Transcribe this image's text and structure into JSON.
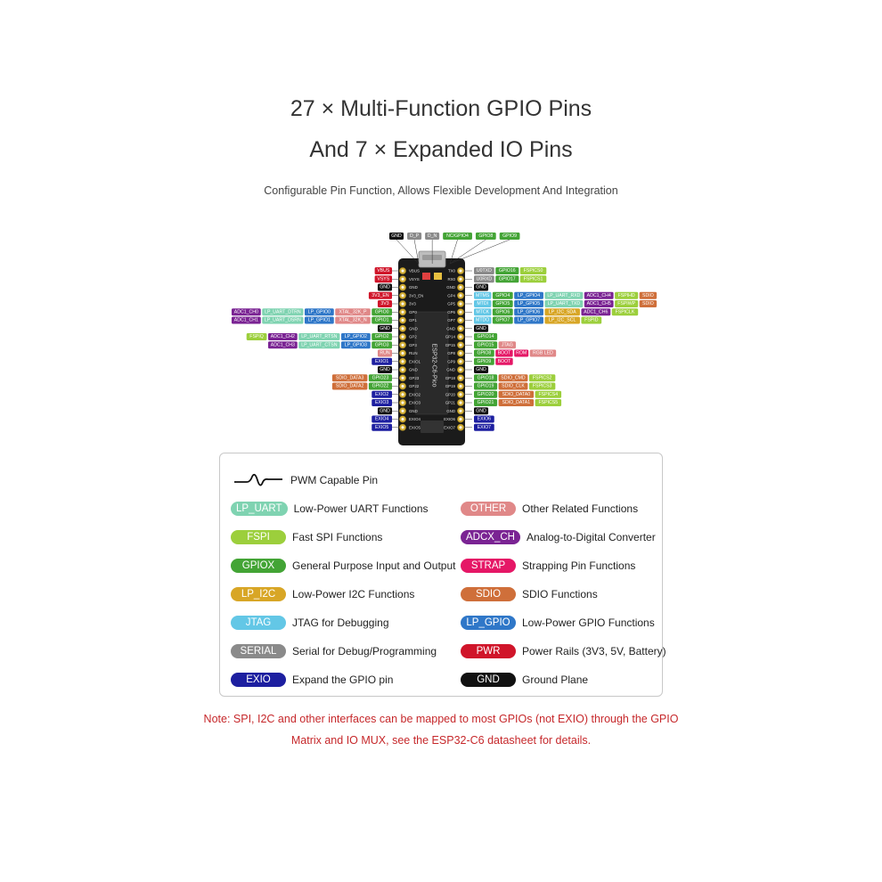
{
  "header": {
    "title_line1": "27 × Multi-Function GPIO Pins",
    "title_line2": "And 7 × Expanded IO Pins",
    "subtitle": "Configurable Pin Function, Allows Flexible Development And Integration"
  },
  "colors": {
    "PWR": "#d0152a",
    "GND": "#111111",
    "GPIO": "#43a435",
    "LP_GPIO": "#2f77c8",
    "LP_UART": "#7fd3b1",
    "FSPI": "#9ccf3c",
    "LP_I2C": "#d8a626",
    "ADC": "#7a2393",
    "STRAP": "#e51766",
    "SDIO": "#cf6f3a",
    "OTHER": "#e08888",
    "SERIAL": "#8a8a8a",
    "JTAG": "#63c7e6",
    "EXIO": "#1d1fa0",
    "BOARD": "#1b1b1b"
  },
  "board": {
    "name": "ESP32-C6-Pico",
    "top_labels": [
      {
        "text": "GND",
        "type": "GND"
      },
      {
        "text": "D_P",
        "type": "SERIAL"
      },
      {
        "text": "D_N",
        "type": "SERIAL"
      },
      {
        "text": "NC/GPIO4",
        "type": "GPIO"
      },
      {
        "text": "GPIO8",
        "type": "GPIO"
      },
      {
        "text": "GPIO9",
        "type": "GPIO"
      }
    ],
    "left_rows": [
      {
        "silk": "VBUS",
        "labels": [
          {
            "t": "VBUS",
            "c": "PWR"
          }
        ]
      },
      {
        "silk": "VSYS",
        "labels": [
          {
            "t": "VSYS",
            "c": "PWR"
          }
        ]
      },
      {
        "silk": "GND",
        "labels": [
          {
            "t": "GND",
            "c": "GND"
          }
        ]
      },
      {
        "silk": "3V3_EN",
        "labels": [
          {
            "t": "3V3_EN",
            "c": "PWR"
          }
        ]
      },
      {
        "silk": "3V3",
        "labels": [
          {
            "t": "3V3",
            "c": "PWR"
          }
        ]
      },
      {
        "silk": "GP0",
        "labels": [
          {
            "t": "ADC1_CH0",
            "c": "ADC"
          },
          {
            "t": "LP_UART_DTRN",
            "c": "LP_UART"
          },
          {
            "t": "LP_GPIO0",
            "c": "LP_GPIO"
          },
          {
            "t": "XTAL_32K_P",
            "c": "OTHER"
          },
          {
            "t": "GPIO0",
            "c": "GPIO"
          }
        ]
      },
      {
        "silk": "GP1",
        "labels": [
          {
            "t": "ADC1_CH1",
            "c": "ADC"
          },
          {
            "t": "LP_UART_DSRN",
            "c": "LP_UART"
          },
          {
            "t": "LP_GPIO1",
            "c": "LP_GPIO"
          },
          {
            "t": "XTAL_32K_N",
            "c": "OTHER"
          },
          {
            "t": "GPIO1",
            "c": "GPIO"
          }
        ]
      },
      {
        "silk": "GND",
        "labels": [
          {
            "t": "GND",
            "c": "GND"
          }
        ]
      },
      {
        "silk": "GP2",
        "labels": [
          {
            "t": "FSPIQ",
            "c": "FSPI"
          },
          {
            "t": "ADC1_CH2",
            "c": "ADC"
          },
          {
            "t": "LP_UART_RTSN",
            "c": "LP_UART"
          },
          {
            "t": "LP_GPIO2",
            "c": "LP_GPIO"
          },
          {
            "t": "GPIO2",
            "c": "GPIO"
          }
        ]
      },
      {
        "silk": "GP3",
        "labels": [
          {
            "t": "ADC1_CH3",
            "c": "ADC"
          },
          {
            "t": "LP_UART_CTSN",
            "c": "LP_UART"
          },
          {
            "t": "LP_GPIO3",
            "c": "LP_GPIO"
          },
          {
            "t": "GPIO3",
            "c": "GPIO"
          }
        ]
      },
      {
        "silk": "RUN",
        "labels": [
          {
            "t": "RUN",
            "c": "OTHER"
          }
        ]
      },
      {
        "silk": "EXIO1",
        "labels": [
          {
            "t": "EXIO1",
            "c": "EXIO"
          }
        ]
      },
      {
        "silk": "GND",
        "labels": [
          {
            "t": "GND",
            "c": "GND"
          }
        ]
      },
      {
        "silk": "GP23",
        "labels": [
          {
            "t": "SDIO_DATA3",
            "c": "SDIO"
          },
          {
            "t": "GPIO23",
            "c": "GPIO"
          }
        ]
      },
      {
        "silk": "GP22",
        "labels": [
          {
            "t": "SDIO_DATA2",
            "c": "SDIO"
          },
          {
            "t": "GPIO22",
            "c": "GPIO"
          }
        ]
      },
      {
        "silk": "EXIO2",
        "labels": [
          {
            "t": "EXIO2",
            "c": "EXIO"
          }
        ]
      },
      {
        "silk": "EXIO3",
        "labels": [
          {
            "t": "EXIO3",
            "c": "EXIO"
          }
        ]
      },
      {
        "silk": "GND",
        "labels": [
          {
            "t": "GND",
            "c": "GND"
          }
        ]
      },
      {
        "silk": "EXIO4",
        "labels": [
          {
            "t": "EXIO4",
            "c": "EXIO"
          }
        ]
      },
      {
        "silk": "EXIO5",
        "labels": [
          {
            "t": "EXIO5",
            "c": "EXIO"
          }
        ]
      }
    ],
    "right_rows": [
      {
        "silk": "TX0",
        "labels": [
          {
            "t": "U0TXD",
            "c": "SERIAL"
          },
          {
            "t": "GPIO16",
            "c": "GPIO"
          },
          {
            "t": "FSPICS0",
            "c": "FSPI"
          }
        ]
      },
      {
        "silk": "RX0",
        "labels": [
          {
            "t": "U0RXD",
            "c": "SERIAL"
          },
          {
            "t": "GPIO17",
            "c": "GPIO"
          },
          {
            "t": "FSPICS1",
            "c": "FSPI"
          }
        ]
      },
      {
        "silk": "GND",
        "labels": [
          {
            "t": "GND",
            "c": "GND"
          }
        ]
      },
      {
        "silk": "GP4",
        "labels": [
          {
            "t": "MTMS",
            "c": "JTAG"
          },
          {
            "t": "GPIO4",
            "c": "GPIO"
          },
          {
            "t": "LP_GPIO4",
            "c": "LP_GPIO"
          },
          {
            "t": "LP_UART_RXD",
            "c": "LP_UART"
          },
          {
            "t": "ADC1_CH4",
            "c": "ADC"
          },
          {
            "t": "FSPIHD",
            "c": "FSPI"
          },
          {
            "t": "SDIO",
            "c": "SDIO"
          }
        ]
      },
      {
        "silk": "GP5",
        "labels": [
          {
            "t": "MTDI",
            "c": "JTAG"
          },
          {
            "t": "GPIO5",
            "c": "GPIO"
          },
          {
            "t": "LP_GPIO5",
            "c": "LP_GPIO"
          },
          {
            "t": "LP_UART_TXD",
            "c": "LP_UART"
          },
          {
            "t": "ADC1_CH5",
            "c": "ADC"
          },
          {
            "t": "FSPIWP",
            "c": "FSPI"
          },
          {
            "t": "SDIO",
            "c": "SDIO"
          }
        ]
      },
      {
        "silk": "GP6",
        "labels": [
          {
            "t": "MTCK",
            "c": "JTAG"
          },
          {
            "t": "GPIO6",
            "c": "GPIO"
          },
          {
            "t": "LP_GPIO6",
            "c": "LP_GPIO"
          },
          {
            "t": "LP_I2C_SDA",
            "c": "LP_I2C"
          },
          {
            "t": "ADC1_CH6",
            "c": "ADC"
          },
          {
            "t": "FSPICLK",
            "c": "FSPI"
          }
        ]
      },
      {
        "silk": "GP7",
        "labels": [
          {
            "t": "MTDO",
            "c": "JTAG"
          },
          {
            "t": "GPIO7",
            "c": "GPIO"
          },
          {
            "t": "LP_GPIO7",
            "c": "LP_GPIO"
          },
          {
            "t": "LP_I2C_SCL",
            "c": "LP_I2C"
          },
          {
            "t": "FSPID",
            "c": "FSPI"
          }
        ]
      },
      {
        "silk": "GND",
        "labels": [
          {
            "t": "GND",
            "c": "GND"
          }
        ]
      },
      {
        "silk": "GP14",
        "labels": [
          {
            "t": "GPIO14",
            "c": "GPIO"
          }
        ]
      },
      {
        "silk": "GP15",
        "labels": [
          {
            "t": "GPIO15",
            "c": "GPIO"
          },
          {
            "t": "JTAG",
            "c": "OTHER"
          }
        ]
      },
      {
        "silk": "GP8",
        "labels": [
          {
            "t": "GPIO8",
            "c": "GPIO"
          },
          {
            "t": "BOOT",
            "c": "STRAP"
          },
          {
            "t": "ROM",
            "c": "STRAP"
          },
          {
            "t": "RGB LED",
            "c": "OTHER"
          }
        ]
      },
      {
        "silk": "GP9",
        "labels": [
          {
            "t": "GPIO9",
            "c": "GPIO"
          },
          {
            "t": "BOOT",
            "c": "STRAP"
          }
        ]
      },
      {
        "silk": "GND",
        "labels": [
          {
            "t": "GND",
            "c": "GND"
          }
        ]
      },
      {
        "silk": "GP18",
        "labels": [
          {
            "t": "GPIO18",
            "c": "GPIO"
          },
          {
            "t": "SDIO_CMD",
            "c": "SDIO"
          },
          {
            "t": "FSPICS2",
            "c": "FSPI"
          }
        ]
      },
      {
        "silk": "GP19",
        "labels": [
          {
            "t": "GPIO19",
            "c": "GPIO"
          },
          {
            "t": "SDIO_CLK",
            "c": "SDIO"
          },
          {
            "t": "FSPICS3",
            "c": "FSPI"
          }
        ]
      },
      {
        "silk": "GP20",
        "labels": [
          {
            "t": "GPIO20",
            "c": "GPIO"
          },
          {
            "t": "SDIO_DATA0",
            "c": "SDIO"
          },
          {
            "t": "FSPICS4",
            "c": "FSPI"
          }
        ]
      },
      {
        "silk": "GP21",
        "labels": [
          {
            "t": "GPIO21",
            "c": "GPIO"
          },
          {
            "t": "SDIO_DATA1",
            "c": "SDIO"
          },
          {
            "t": "FSPICS5",
            "c": "FSPI"
          }
        ]
      },
      {
        "silk": "GND",
        "labels": [
          {
            "t": "GND",
            "c": "GND"
          }
        ]
      },
      {
        "silk": "EXIO6",
        "labels": [
          {
            "t": "EXIO6",
            "c": "EXIO"
          }
        ]
      },
      {
        "silk": "EXIO7",
        "labels": [
          {
            "t": "EXIO7",
            "c": "EXIO"
          }
        ]
      }
    ]
  },
  "legend": {
    "pwm": {
      "desc": "PWM Capable Pin"
    },
    "left": [
      {
        "badge": "LP_UART",
        "desc": "Low-Power UART Functions",
        "type": "LP_UART"
      },
      {
        "badge": "FSPI",
        "desc": "Fast SPI Functions",
        "type": "FSPI"
      },
      {
        "badge": "GPIOX",
        "desc": "General Purpose Input and Output",
        "type": "GPIO"
      },
      {
        "badge": "LP_I2C",
        "desc": "Low-Power I2C Functions",
        "type": "LP_I2C"
      },
      {
        "badge": "JTAG",
        "desc": "JTAG for Debugging",
        "type": "JTAG"
      },
      {
        "badge": "SERIAL",
        "desc": "Serial for Debug/Programming",
        "type": "SERIAL"
      },
      {
        "badge": "EXIO",
        "desc": "Expand the GPIO pin",
        "type": "EXIO"
      }
    ],
    "right": [
      {
        "badge": "OTHER",
        "desc": "Other Related Functions",
        "type": "OTHER"
      },
      {
        "badge": "ADCX_CH",
        "desc": "Analog-to-Digital Converter",
        "type": "ADC"
      },
      {
        "badge": "STRAP",
        "desc": "Strapping Pin Functions",
        "type": "STRAP"
      },
      {
        "badge": "SDIO",
        "desc": "SDIO Functions",
        "type": "SDIO"
      },
      {
        "badge": "LP_GPIO",
        "desc": "Low-Power GPIO Functions",
        "type": "LP_GPIO"
      },
      {
        "badge": "PWR",
        "desc": "Power Rails (3V3, 5V, Battery)",
        "type": "PWR"
      },
      {
        "badge": "GND",
        "desc": "Ground Plane",
        "type": "GND"
      }
    ]
  },
  "note": {
    "line1": "Note: SPI, I2C and other interfaces can be mapped to most GPIOs (not EXIO) through the GPIO",
    "line2": "Matrix and IO MUX, see the ESP32-C6 datasheet for details."
  }
}
